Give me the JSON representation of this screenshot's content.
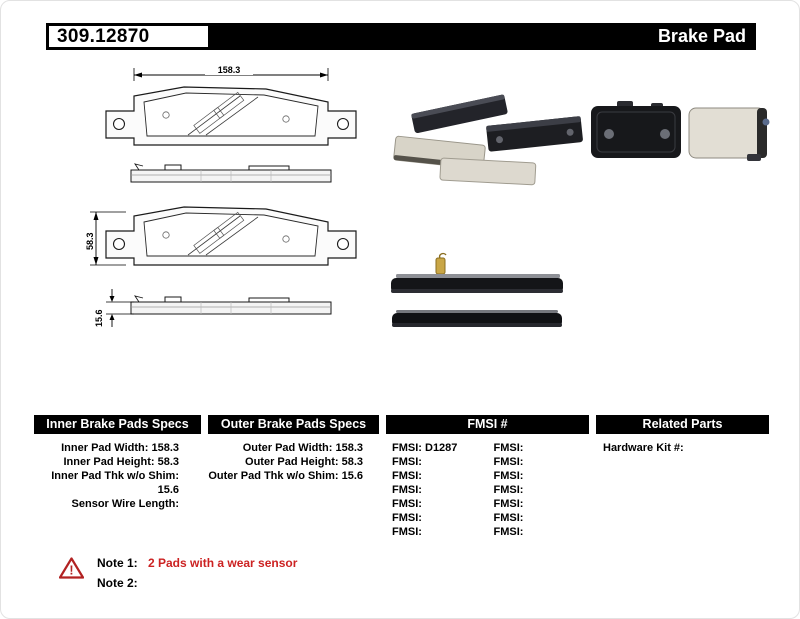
{
  "header": {
    "part_number": "309.12870",
    "product_type": "Brake Pad"
  },
  "drawing": {
    "dim_width": "158.3",
    "dim_height": "58.3",
    "dim_thickness": "15.6"
  },
  "specs": {
    "inner": {
      "title": "Inner Brake Pads Specs",
      "rows": [
        "Inner Pad Width: 158.3",
        "Inner Pad Height: 58.3",
        "Inner Pad Thk w/o Shim: 15.6",
        "Sensor Wire Length:"
      ]
    },
    "outer": {
      "title": "Outer Brake Pads Specs",
      "rows": [
        "Outer Pad Width: 158.3",
        "Outer Pad Height: 58.3",
        "Outer Pad Thk w/o Shim: 15.6"
      ]
    },
    "fmsi": {
      "title": "FMSI #",
      "col1": [
        "FMSI:  D1287",
        "FMSI:",
        "FMSI:",
        "FMSI:",
        "FMSI:",
        "FMSI:",
        "FMSI:"
      ],
      "col2": [
        "FMSI:",
        "FMSI:",
        "FMSI:",
        "FMSI:",
        "FMSI:",
        "FMSI:",
        "FMSI:"
      ]
    },
    "related": {
      "title": "Related Parts",
      "rows": [
        "Hardware Kit #:"
      ]
    }
  },
  "notes": {
    "note1_label": "Note 1:",
    "note1_text": "2 Pads with a wear sensor",
    "note2_label": "Note 2:",
    "note2_text": ""
  },
  "colors": {
    "note_red": "#cc2222",
    "header_black": "#000000"
  }
}
